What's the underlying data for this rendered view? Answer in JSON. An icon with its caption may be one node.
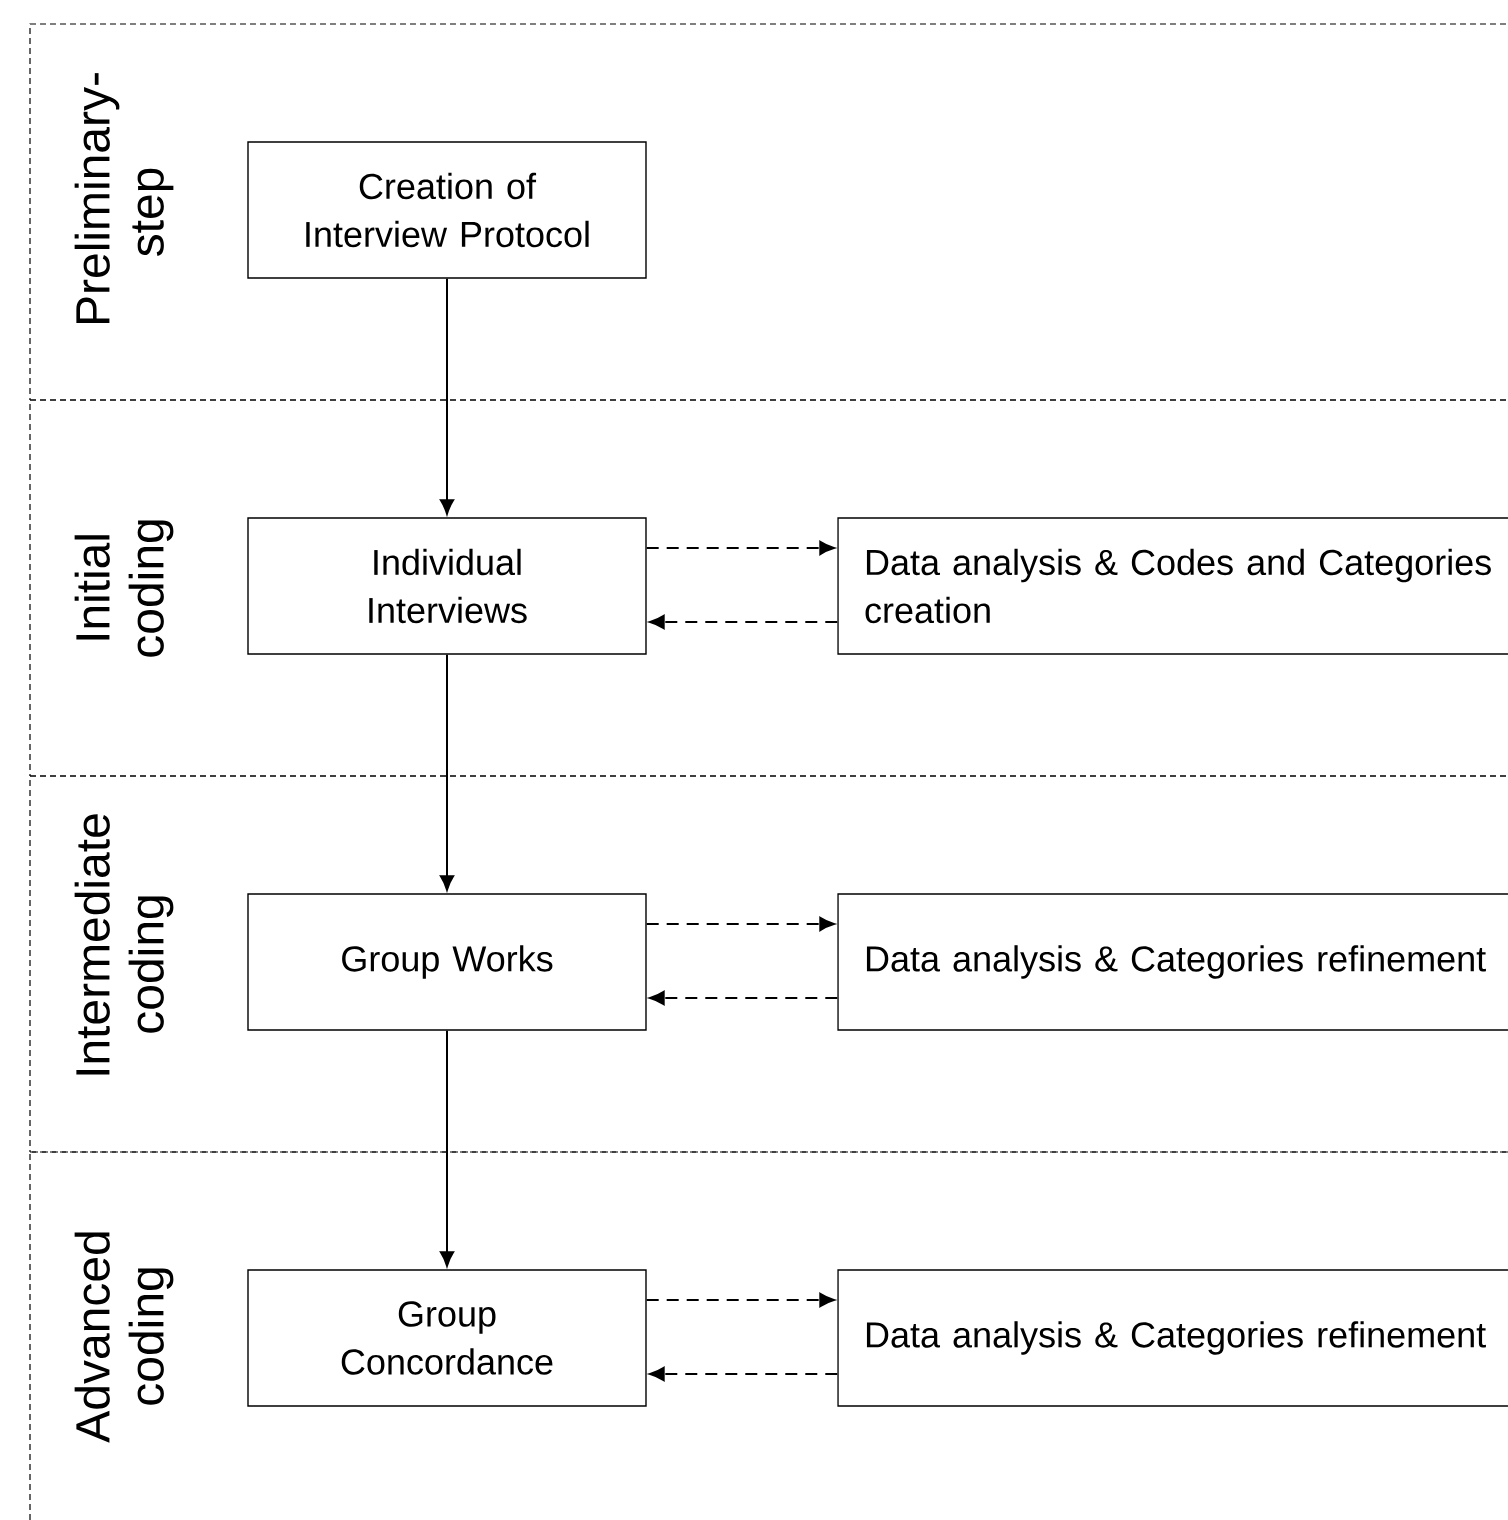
{
  "diagram": {
    "nodes": [
      {
        "text": [
          "Preliminary- step"
        ]
      },
      {
        "text": [
          "Creation of Interview Protocol"
        ],
        "in": 0
      },
      {
        "text": [
          "Initial coding"
        ]
      },
      {
        "text": [
          "Individual Interviews"
        ],
        "in": 2
      },
      {
        "text": [
          "Data analysis & Codes and Categories creation"
        ],
        "in": 2
      },
      {
        "text": [
          "Intermediate coding"
        ]
      },
      {
        "text": [
          "Group Works"
        ],
        "in": 5
      },
      {
        "text": [
          "Data analysis & Categories refinement"
        ],
        "in": 5
      },
      {
        "text": [
          "Advanced coding"
        ]
      },
      {
        "text": [
          "Group Concordance"
        ],
        "in": 8
      },
      {
        "text": [
          "Data analysis & Categories refinement"
        ],
        "in": 8
      }
    ],
    "edges": [
      {
        "from": 1,
        "to": 3,
        "arrow": "to"
      },
      {
        "from": 3,
        "to": 4,
        "arrow": "to",
        "style": "dashed"
      },
      {
        "from": 4,
        "to": 3,
        "arrow": "to",
        "style": "dashed"
      },
      {
        "from": 3,
        "to": 6,
        "arrow": "to"
      },
      {
        "from": 6,
        "to": 7,
        "arrow": "to",
        "style": "dashed"
      },
      {
        "from": 7,
        "to": 6,
        "arrow": "to",
        "style": "dashed"
      },
      {
        "from": 6,
        "to": 9,
        "arrow": "to"
      },
      {
        "from": 9,
        "to": 10,
        "arrow": "to",
        "style": "dashed"
      },
      {
        "from": 10,
        "to": 9,
        "arrow": "to",
        "style": "dashed"
      }
    ]
  }
}
